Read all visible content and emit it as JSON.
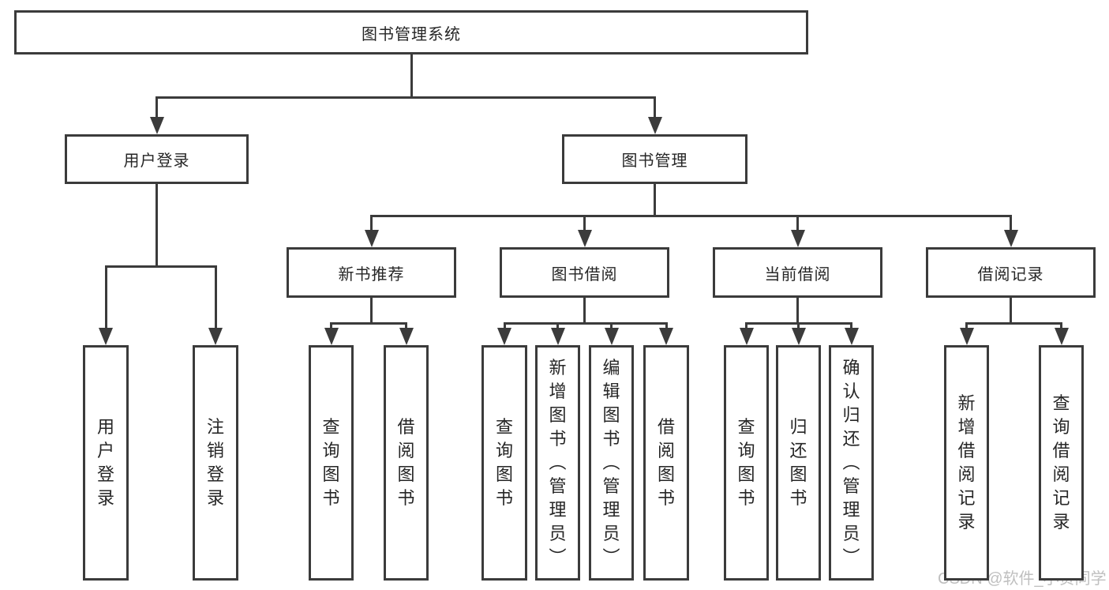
{
  "diagram": {
    "root": {
      "id": "root",
      "label": "图书管理系统",
      "children": [
        {
          "id": "user-login",
          "label": "用户登录",
          "children": [
            {
              "id": "login",
              "label": "用户登录"
            },
            {
              "id": "logout",
              "label": "注销登录"
            }
          ]
        },
        {
          "id": "book-mgmt",
          "label": "图书管理",
          "children": [
            {
              "id": "new-book-recommend",
              "label": "新书推荐",
              "children": [
                {
                  "id": "query-book-1",
                  "label": "查询图书"
                },
                {
                  "id": "borrow-book-1",
                  "label": "借阅图书"
                }
              ]
            },
            {
              "id": "book-borrow",
              "label": "图书借阅",
              "children": [
                {
                  "id": "query-book-2",
                  "label": "查询图书"
                },
                {
                  "id": "add-book-admin",
                  "label": "新增图书（管理员）"
                },
                {
                  "id": "edit-book-admin",
                  "label": "编辑图书（管理员）"
                },
                {
                  "id": "borrow-book-2",
                  "label": "借阅图书"
                }
              ]
            },
            {
              "id": "current-borrow",
              "label": "当前借阅",
              "children": [
                {
                  "id": "query-book-3",
                  "label": "查询图书"
                },
                {
                  "id": "return-book",
                  "label": "归还图书"
                },
                {
                  "id": "confirm-return-admin",
                  "label": "确认归还（管理员）"
                }
              ]
            },
            {
              "id": "borrow-record",
              "label": "借阅记录",
              "children": [
                {
                  "id": "add-borrow-record",
                  "label": "新增借阅记录"
                },
                {
                  "id": "query-borrow-record",
                  "label": "查询借阅记录"
                }
              ]
            }
          ]
        }
      ]
    },
    "watermark": "CSDN @软件_小贺同学",
    "colors": {
      "line": "#3b3b3b",
      "text": "#262626",
      "background": "#ffffff",
      "watermark": "#b9b9b9"
    }
  }
}
